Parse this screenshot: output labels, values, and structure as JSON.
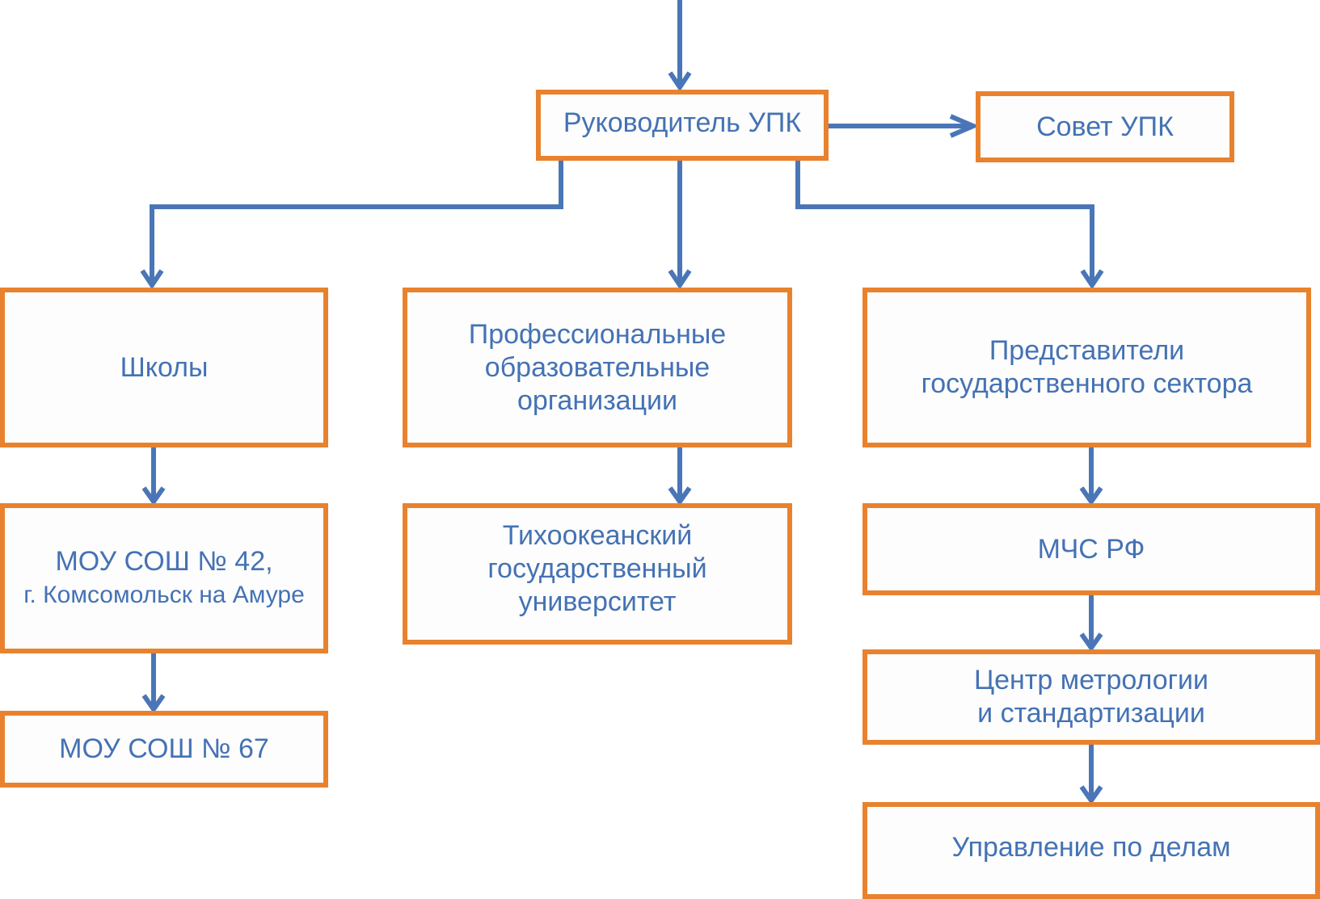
{
  "diagram": {
    "colors": {
      "box_border": "#E8822E",
      "box_fill": "#FDFDFD",
      "text": "#4472B4",
      "connector": "#4A76B7"
    },
    "nodes": {
      "head": "Руководитель УПК",
      "council": "Совет УПК",
      "schools": "Школы",
      "professional_orgs": "Профессиональные\nобразовательные\nорганизации",
      "gov_sector": "Представители\nгосударственного сектора",
      "school_42_line1": "МОУ СОШ № 42,",
      "school_42_line2": "г. Комсомольск на Амуре",
      "school_67": "МОУ СОШ № 67",
      "pacific_university": "Тихоокеанский\nгосударственный\nуниверситет",
      "mchs": "МЧС РФ",
      "metrology_center": "Центр метрологии\nи стандартизации",
      "management_dept": "Управление по делам"
    },
    "edges": [
      {
        "from": "top",
        "to": "head"
      },
      {
        "from": "head",
        "to": "council"
      },
      {
        "from": "head",
        "to": "schools"
      },
      {
        "from": "head",
        "to": "professional_orgs"
      },
      {
        "from": "head",
        "to": "gov_sector"
      },
      {
        "from": "schools",
        "to": "school_42"
      },
      {
        "from": "school_42",
        "to": "school_67"
      },
      {
        "from": "professional_orgs",
        "to": "pacific_university"
      },
      {
        "from": "gov_sector",
        "to": "mchs"
      },
      {
        "from": "mchs",
        "to": "metrology_center"
      },
      {
        "from": "metrology_center",
        "to": "management_dept"
      }
    ]
  }
}
